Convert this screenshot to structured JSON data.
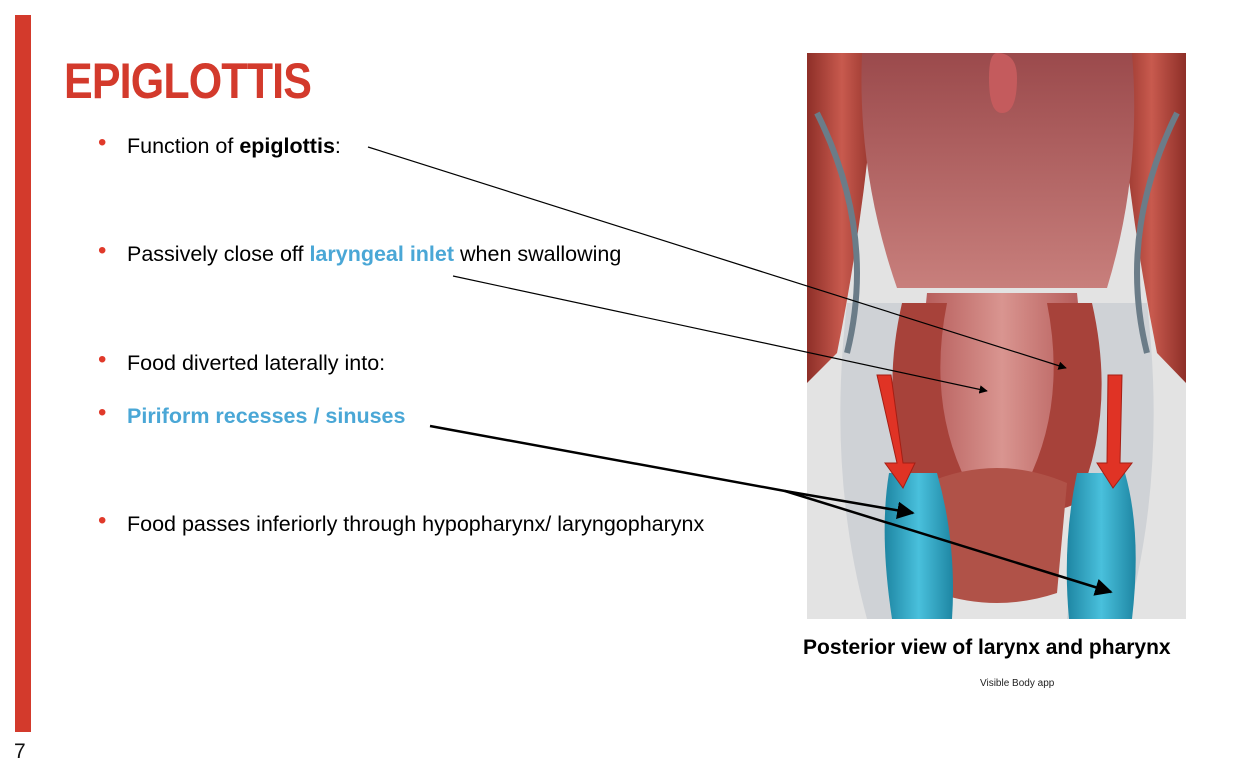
{
  "slide": {
    "page_number": "7",
    "title": "EPIGLOTTIS"
  },
  "bullets": [
    {
      "parts": [
        {
          "text": "Function of ",
          "style": "normal"
        },
        {
          "text": "epiglottis",
          "style": "bold"
        },
        {
          "text": ":",
          "style": "normal"
        }
      ]
    },
    {
      "parts": [
        {
          "text": "Passively close off ",
          "style": "normal"
        },
        {
          "text": "laryngeal inlet",
          "style": "blue"
        },
        {
          "text": " when swallowing",
          "style": "normal"
        }
      ]
    },
    {
      "parts": [
        {
          "text": "Food diverted laterally into:",
          "style": "normal"
        }
      ]
    },
    {
      "parts": [
        {
          "text": "Piriform recesses / sinuses",
          "style": "blue"
        }
      ]
    },
    {
      "parts": [
        {
          "text": "Food passes inferiorly through hypopharynx/ laryngopharynx",
          "style": "normal"
        }
      ]
    }
  ],
  "figure": {
    "caption": "Posterior view of larynx and pharynx",
    "credit": "Visible Body app"
  },
  "colors": {
    "accent": "#d33a2c",
    "highlight": "#4aa7d6",
    "piriform": "#2fa6c4"
  }
}
